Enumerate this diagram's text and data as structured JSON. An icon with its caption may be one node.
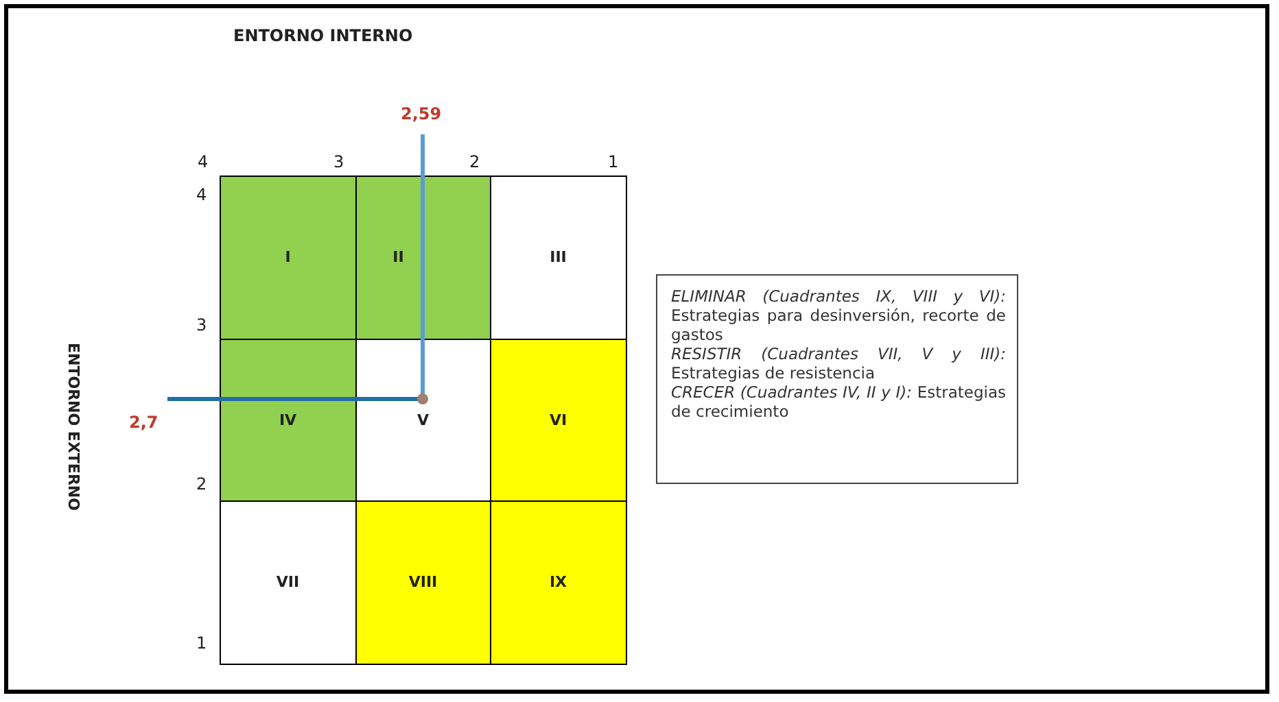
{
  "diagram": {
    "nodes": [
      {
        "text": [
          "I"
        ]
      },
      {
        "text": [
          "II"
        ]
      },
      {
        "text": [
          "III"
        ]
      },
      {
        "text": [
          "IV"
        ]
      },
      {
        "text": [
          "V"
        ]
      },
      {
        "text": [
          "VI"
        ]
      },
      {
        "text": [
          "VII"
        ]
      },
      {
        "text": [
          "VIII"
        ]
      },
      {
        "text": [
          "IX"
        ]
      },
      {
        "text": [
          "*ELIMINAR (Cuadrantes IX, VIII y VI):* Estrategias para desinversión, recorte de gastos",
          "*RESISTIR (Cuadrantes VII, V y III):* Estrategias de resistencia",
          "*CRECER (Cuadrantes IV, II y I):* Estrategias de crecimiento"
        ]
      }
    ],
    "edges": [],
    "labels": [
      "ENTORNO INTERNO",
      "2,59",
      "4",
      "3",
      "2",
      "1",
      "4",
      "3",
      "ENTORNO EXTERNO",
      "2,7",
      "2",
      "1"
    ]
  }
}
